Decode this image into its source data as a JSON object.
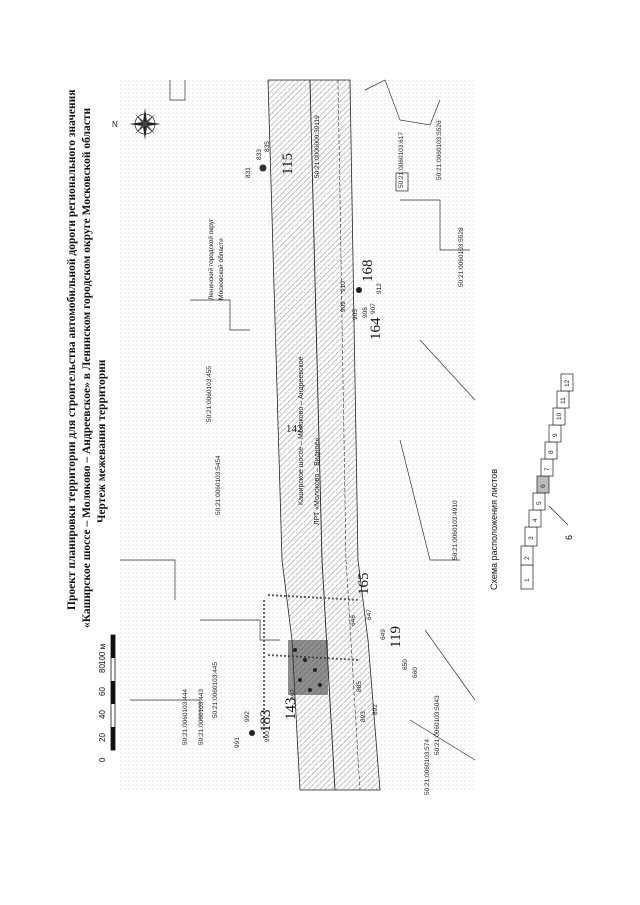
{
  "page": {
    "number": "142"
  },
  "title": {
    "line1": "Проект планировки территории для строительства автомобильной дороги регионального значения",
    "line2": "«Каширское шоссе – Молоково – Андреевское» в Ленинском городском округе Московской области",
    "line3": "Чертеж межевания территории"
  },
  "compass": {
    "north_label": "N"
  },
  "map": {
    "road_label": "Каширское шоссе – Молоково – Андреевское",
    "red_line_label": "ЛРТ «Молоково – Видное»",
    "district_label_1": "Ленинский городской округ",
    "district_label_2": "Московской области",
    "parcels": [
      "50:21:0060103:444",
      "50:21:0060103:443",
      "50:21:0060103:445",
      "50:21:0060103:574",
      "50:21:0060103:5043",
      "50:21:0060103:4910",
      "50:21:0060103:5454",
      "50:21:0060103:455",
      "50:21:0000000:39119",
      "50:21:0060103:5528",
      "50:21:0060103:5526",
      "50:21:0060103:617"
    ],
    "zone_numbers": [
      "183",
      "165",
      "119",
      "168",
      "164",
      "115",
      "143"
    ],
    "points": [
      "991",
      "990",
      "992",
      "897",
      "893",
      "892",
      "885",
      "646",
      "647",
      "649",
      "650",
      "660",
      "909",
      "910",
      "912",
      "831",
      "833",
      "835",
      "905",
      "906",
      "907"
    ]
  },
  "scale_bar": {
    "ticks": [
      "0",
      "20",
      "40",
      "60",
      "80",
      "100 м"
    ]
  },
  "sheet_layout": {
    "caption": "Схема расположения листов",
    "sheets": [
      "1",
      "2",
      "3",
      "4",
      "5",
      "6",
      "7",
      "8",
      "9",
      "10",
      "11",
      "12"
    ],
    "pointer_label": "6"
  }
}
